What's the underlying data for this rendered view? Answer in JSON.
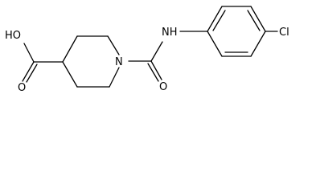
{
  "diagram": {
    "type": "chemical-structure",
    "atoms": {
      "carboxyl_oh": "HO",
      "carboxyl_o": "O",
      "ring_n": "N",
      "amide_nh": "NH",
      "amide_o": "O",
      "chloro": "Cl"
    },
    "colors": {
      "bond": "#000000",
      "label": "#000000",
      "background": "#ffffff"
    }
  }
}
